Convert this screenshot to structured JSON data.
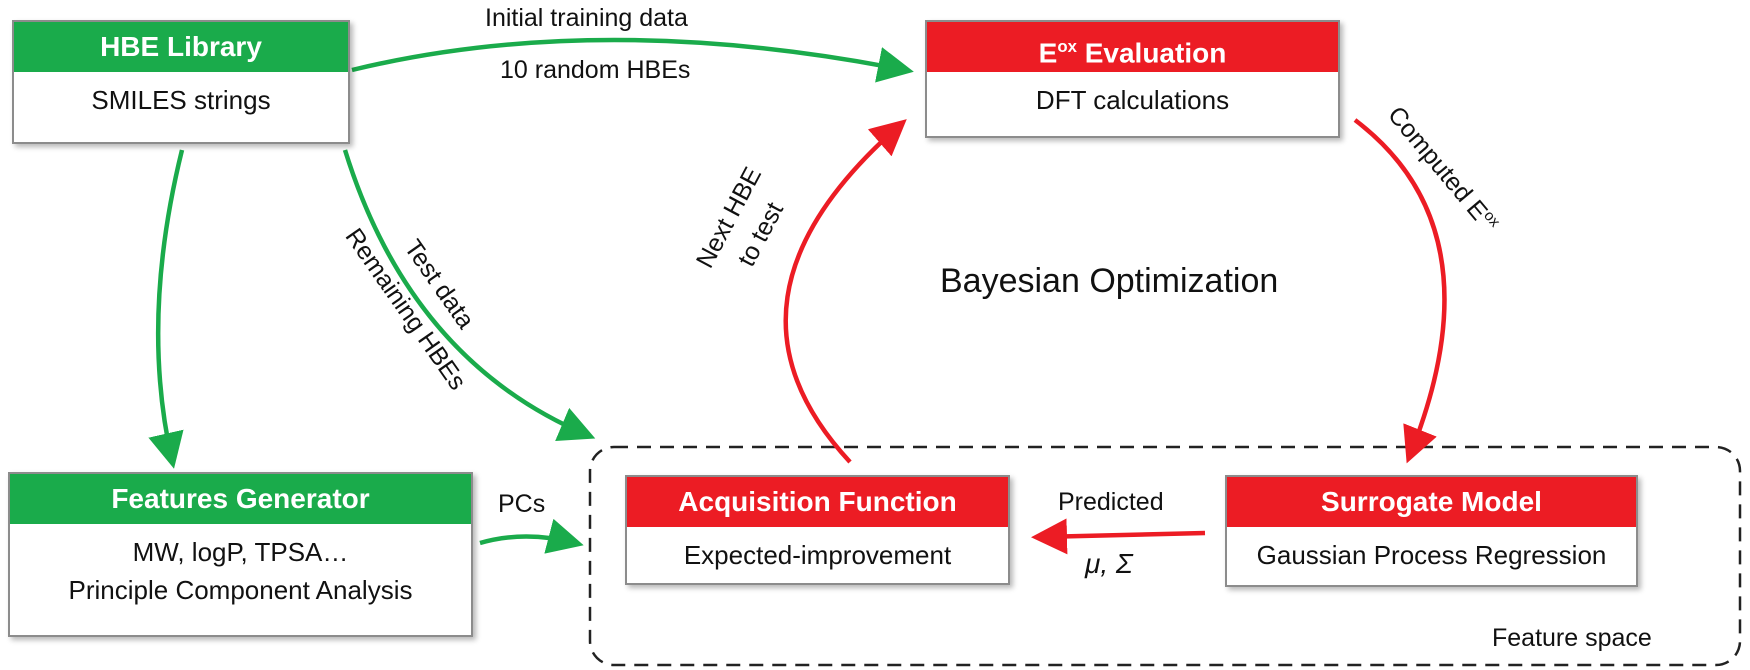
{
  "boxes": {
    "hbe_library": {
      "title": "HBE Library",
      "body": [
        "SMILES strings"
      ]
    },
    "eox_evaluation": {
      "title_main": "E",
      "title_sup": "ox",
      "title_rest": " Evaluation",
      "body": [
        "DFT calculations"
      ]
    },
    "features_generator": {
      "title": "Features Generator",
      "body": [
        "MW, logP, TPSA…",
        "Principle Component Analysis"
      ]
    },
    "acquisition_function": {
      "title": "Acquisition Function",
      "body": [
        "Expected-improvement"
      ]
    },
    "surrogate_model": {
      "title": "Surrogate Model",
      "body": [
        "Gaussian Process Regression"
      ]
    }
  },
  "labels": {
    "initial_training": "Initial training data",
    "ten_random": "10 random HBEs",
    "test_data": "Test data",
    "remaining_hbes": "Remaining HBEs",
    "next_hbe_line1": "Next HBE",
    "next_hbe_line2": "to test",
    "computed_main": "Computed E",
    "computed_sup": "ox",
    "bayesian": "Bayesian Optimization",
    "pcs": "PCs",
    "predicted": "Predicted",
    "mu_sigma": "μ, Σ",
    "feature_space": "Feature space"
  },
  "colors": {
    "green": "#1aab4b",
    "red": "#ec1c24",
    "border": "#8c8c8c",
    "dashed": "#222222"
  }
}
